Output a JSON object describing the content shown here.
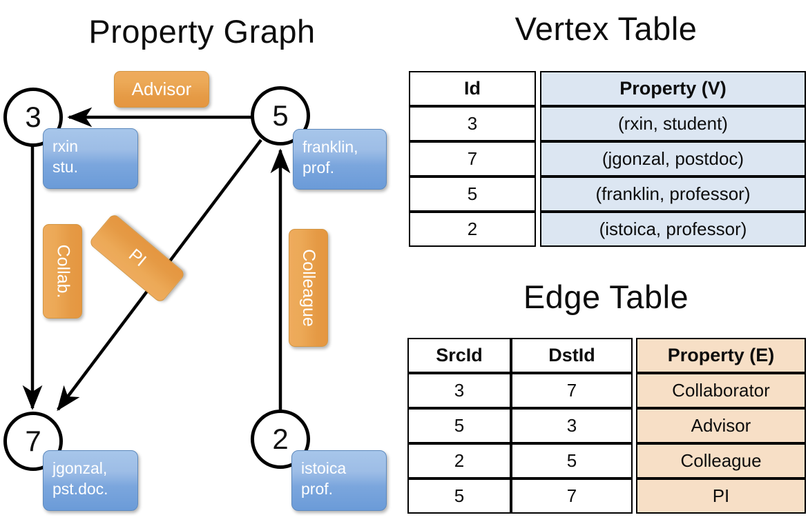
{
  "titles": {
    "property_graph": "Property Graph",
    "vertex_table": "Vertex Table",
    "edge_table": "Edge Table"
  },
  "graph": {
    "nodes": [
      {
        "id": "3",
        "property_line1": "rxin",
        "property_line2": "stu."
      },
      {
        "id": "5",
        "property_line1": "franklin,",
        "property_line2": "prof."
      },
      {
        "id": "7",
        "property_line1": "jgonzal,",
        "property_line2": "pst.doc."
      },
      {
        "id": "2",
        "property_line1": "istoica",
        "property_line2": "prof."
      }
    ],
    "edge_labels": [
      {
        "name": "advisor",
        "text": "Advisor"
      },
      {
        "name": "collab",
        "text": "Collab."
      },
      {
        "name": "pi",
        "text": "PI"
      },
      {
        "name": "colleague",
        "text": "Colleague"
      }
    ]
  },
  "vertex_table": {
    "headers": {
      "id": "Id",
      "property": "Property (V)"
    },
    "rows": [
      {
        "id": "3",
        "property": "(rxin, student)"
      },
      {
        "id": "7",
        "property": "(jgonzal, postdoc)"
      },
      {
        "id": "5",
        "property": "(franklin, professor)"
      },
      {
        "id": "2",
        "property": "(istoica, professor)"
      }
    ]
  },
  "edge_table": {
    "headers": {
      "src": "SrcId",
      "dst": "DstId",
      "property": "Property (E)"
    },
    "rows": [
      {
        "src": "3",
        "dst": "7",
        "property": "Collaborator"
      },
      {
        "src": "5",
        "dst": "3",
        "property": "Advisor"
      },
      {
        "src": "2",
        "dst": "5",
        "property": "Colleague"
      },
      {
        "src": "5",
        "dst": "7",
        "property": "PI"
      }
    ]
  },
  "colors": {
    "vertex_property_bg": "#dce6f2",
    "edge_property_bg": "#f7dfc6",
    "node_property_box": "#7ba6dd",
    "edge_label_box": "#e9a44f",
    "stroke": "#000000"
  }
}
